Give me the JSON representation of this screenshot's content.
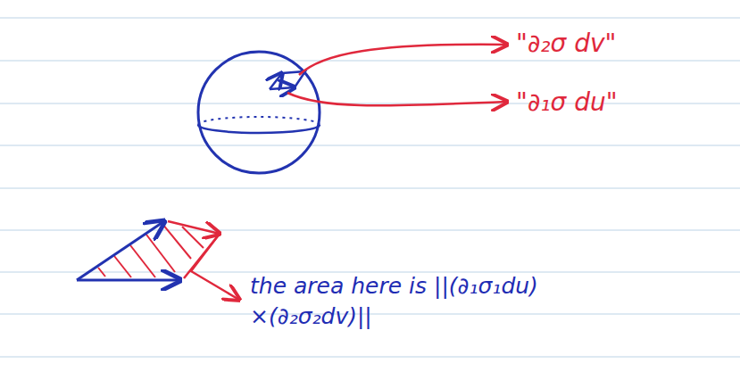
{
  "diagram": {
    "labels": [
      "\"∂₂σ dv\"",
      "\"∂₁σ du\"",
      "the area here is ||(∂₁σ₁du) ×(∂₂σ₂dv)||"
    ]
  }
}
